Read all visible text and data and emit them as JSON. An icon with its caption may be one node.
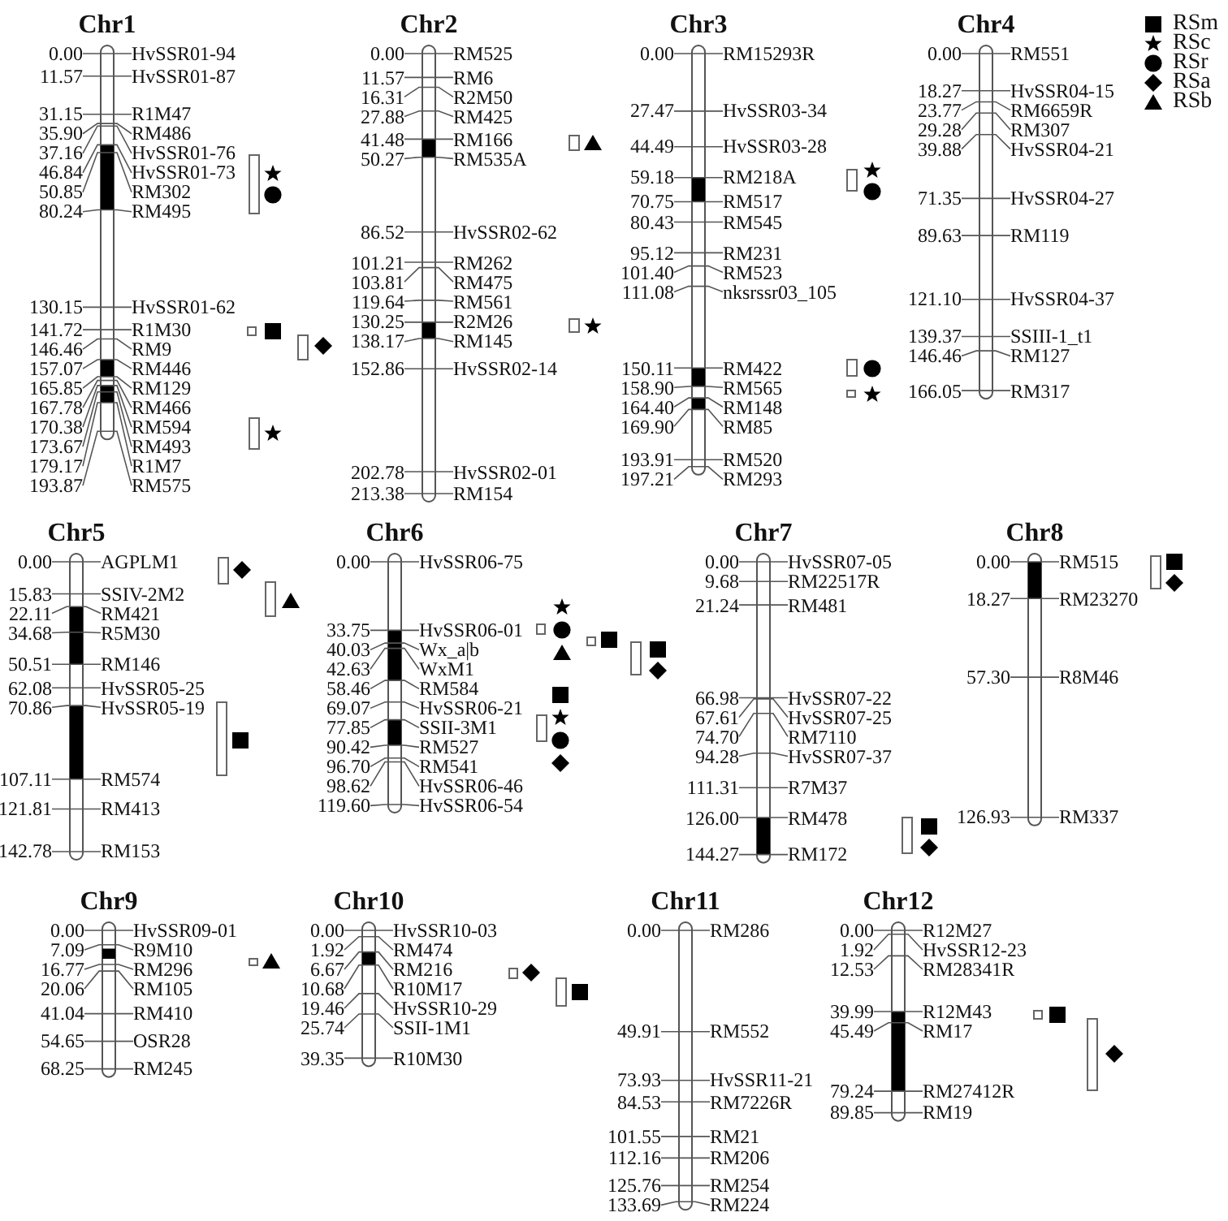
{
  "diagram": {
    "nodes": [
      {
        "text": [
          "Chr1"
        ],
        "beside": [
          "0.00",
          "HvSSR01-94",
          "11.57",
          "HvSSR01-87",
          "31.15",
          "R1M47",
          "35.90",
          "RM486",
          "37.16",
          "HvSSR01-76",
          "46.84",
          "HvSSR01-73",
          "50.85",
          "RM302",
          "80.24",
          "RM495",
          "130.15",
          "HvSSR01-62",
          "141.72",
          "R1M30",
          "146.46",
          "RM9",
          "157.07",
          "RM446",
          "165.85",
          "RM129",
          "167.78",
          "RM466",
          "170.38",
          "RM594",
          "173.67",
          "RM493",
          "179.17",
          "R1M7",
          "193.87",
          "RM575"
        ]
      },
      {
        "text": [
          "Chr2"
        ],
        "beside": [
          "0.00",
          "RM525",
          "11.57",
          "RM6",
          "16.31",
          "R2M50",
          "27.88",
          "RM425",
          "41.48",
          "RM166",
          "50.27",
          "RM535A",
          "86.52",
          "HvSSR02-62",
          "101.21",
          "RM262",
          "103.81",
          "RM475",
          "119.64",
          "RM561",
          "130.25",
          "R2M26",
          "138.17",
          "RM145",
          "152.86",
          "HvSSR02-14",
          "202.78",
          "HvSSR02-01",
          "213.38",
          "RM154"
        ]
      },
      {
        "text": [
          "Chr3"
        ],
        "beside": [
          "0.00",
          "RM15293R",
          "27.47",
          "HvSSR03-34",
          "44.49",
          "HvSSR03-28",
          "59.18",
          "RM218A",
          "70.75",
          "RM517",
          "80.43",
          "RM545",
          "95.12",
          "RM231",
          "101.40",
          "RM523",
          "111.08",
          "nksrssr03_105",
          "150.11",
          "RM422",
          "158.90",
          "RM565",
          "164.40",
          "RM148",
          "169.90",
          "RM85",
          "193.91",
          "RM520",
          "197.21",
          "RM293"
        ]
      },
      {
        "text": [
          "Chr4"
        ],
        "beside": [
          "0.00",
          "RM551",
          "18.27",
          "HvSSR04-15",
          "23.77",
          "RM6659R",
          "29.28",
          "RM307",
          "39.88",
          "HvSSR04-21",
          "71.35",
          "HvSSR04-27",
          "89.63",
          "RM119",
          "121.10",
          "HvSSR04-37",
          "139.37",
          "SSIII-1_t1",
          "146.46",
          "RM127",
          "166.05",
          "RM317"
        ]
      },
      {
        "text": [
          "Chr5"
        ],
        "beside": [
          "0.00",
          "AGPLM1",
          "15.83",
          "SSIV-2M2",
          "22.11",
          "RM421",
          "34.68",
          "R5M30",
          "50.51",
          "RM146",
          "62.08",
          "HvSSR05-25",
          "70.86",
          "HvSSR05-19",
          "107.11",
          "RM574",
          "121.81",
          "RM413",
          "142.78",
          "RM153"
        ]
      },
      {
        "text": [
          "Chr6"
        ],
        "beside": [
          "0.00",
          "HvSSR06-75",
          "33.75",
          "HvSSR06-01",
          "40.03",
          "Wx_a|b",
          "42.63",
          "WxM1",
          "58.46",
          "RM584",
          "69.07",
          "HvSSR06-21",
          "77.85",
          "SSII-3M1",
          "90.42",
          "RM527",
          "96.70",
          "RM541",
          "98.62",
          "HvSSR06-46",
          "119.60",
          "HvSSR06-54"
        ]
      },
      {
        "text": [
          "Chr7"
        ],
        "beside": [
          "0.00",
          "HvSSR07-05",
          "9.68",
          "RM22517R",
          "21.24",
          "RM481",
          "66.98",
          "HvSSR07-22",
          "67.61",
          "HvSSR07-25",
          "74.70",
          "RM7110",
          "94.28",
          "HvSSR07-37",
          "111.31",
          "R7M37",
          "126.00",
          "RM478",
          "144.27",
          "RM172"
        ]
      },
      {
        "text": [
          "Chr8"
        ],
        "beside": [
          "0.00",
          "RM515",
          "18.27",
          "RM23270",
          "57.30",
          "R8M46",
          "126.93",
          "RM337"
        ]
      },
      {
        "text": [
          "Chr9"
        ],
        "beside": [
          "0.00",
          "HvSSR09-01",
          "7.09",
          "R9M10",
          "16.77",
          "RM296",
          "20.06",
          "RM105",
          "41.04",
          "RM410",
          "54.65",
          "OSR28",
          "68.25",
          "RM245"
        ]
      },
      {
        "text": [
          "Chr10"
        ],
        "beside": [
          "0.00",
          "HvSSR10-03",
          "1.92",
          "RM474",
          "6.67",
          "RM216",
          "10.68",
          "R10M17",
          "19.46",
          "HvSSR10-29",
          "25.74",
          "SSII-1M1",
          "39.35",
          "R10M30"
        ]
      },
      {
        "text": [
          "Chr11"
        ],
        "beside": [
          "0.00",
          "RM286",
          "49.91",
          "RM552",
          "73.93",
          "HvSSR11-21",
          "84.53",
          "RM7226R",
          "101.55",
          "RM21",
          "112.16",
          "RM206",
          "125.76",
          "RM254",
          "133.69",
          "RM224"
        ]
      },
      {
        "text": [
          "Chr12"
        ],
        "beside": [
          "0.00",
          "R12M27",
          "1.92",
          "HvSSR12-23",
          "12.53",
          "RM28341R",
          "39.99",
          "R12M43",
          "45.49",
          "RM17",
          "79.24",
          "RM27412R",
          "89.85",
          "RM19"
        ]
      }
    ],
    "legend": [
      {
        "text": "RSm"
      },
      {
        "text": "RSc"
      },
      {
        "text": "RSr"
      },
      {
        "text": "RSa"
      },
      {
        "text": "RSb"
      }
    ]
  }
}
